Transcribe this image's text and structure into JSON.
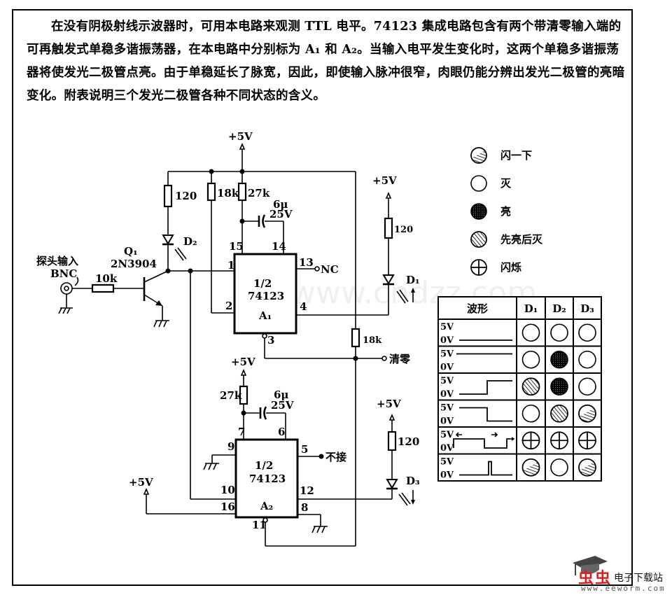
{
  "description": {
    "paragraph": "在没有阴极射线示波器时，可用本电路来观测 TTL 电平。74123 集成电路包含有两个带清零输入端的可再触发式单稳多谐振荡器，在本电路中分别标为 A₁ 和 A₂。当输入电平发生变化时，这两个单稳多谐振荡器将使发光二极管点亮。由于单稳延长了脉宽，因此，即使输入脉冲很窄，肉眼仍能分辨出发光二极管的亮暗变化。附表说明三个发光二极管各种不同状态的含义。"
  },
  "circuit": {
    "probe_label": "探头输入",
    "bnc_label": "BNC",
    "input_resistor": "10k",
    "transistor_ref": "Q₁",
    "transistor_part": "2N3904",
    "d2_resistor": "120",
    "d2_label": "D₂",
    "pin2_resistor": "18k",
    "a1_timing_resistor": "27k",
    "a1_cap_value": "6μ",
    "a1_cap_voltage": "25V",
    "supply_top": "+5V",
    "a1": {
      "half": "1/2",
      "part": "74123",
      "ref": "A₁",
      "pins": {
        "p1": "1",
        "p2": "2",
        "p3": "3",
        "p4": "4",
        "p13": "13",
        "p14": "14",
        "p15": "15"
      },
      "nc_label": "NC"
    },
    "d1_supply": "+5V",
    "d1_resistor": "120",
    "d1_label": "D₁",
    "clear_resistor": "18k",
    "clear_label": "清零",
    "a2_supply": "+5V",
    "a2_timing_resistor": "27k",
    "a2_cap_value": "6μ",
    "a2_cap_voltage": "25V",
    "a2": {
      "half": "1/2",
      "part": "74123",
      "ref": "A₂",
      "pins": {
        "p5": "5",
        "p6": "6",
        "p7": "7",
        "p8": "8",
        "p9": "9",
        "p10": "10",
        "p11": "11",
        "p12": "12",
        "p16": "16"
      },
      "unconnected_label": "不接"
    },
    "vcc_label": "+5V",
    "d3_supply": "+5V",
    "d3_resistor": "120",
    "d3_label": "D₃"
  },
  "legend": [
    {
      "symbol": "flash-once",
      "label": "闪一下"
    },
    {
      "symbol": "off",
      "label": "灭"
    },
    {
      "symbol": "on",
      "label": "亮"
    },
    {
      "symbol": "on-then-off",
      "label": "先亮后灭"
    },
    {
      "symbol": "blinking",
      "label": "闪烁"
    }
  ],
  "table": {
    "headers": [
      "波形",
      "D₁",
      "D₂",
      "D₃"
    ],
    "level_high": "5V",
    "level_low": "0V",
    "rows": [
      {
        "waveform": "constant-low",
        "d1": "off",
        "d2": "off",
        "d3": "off"
      },
      {
        "waveform": "constant-high",
        "d1": "off",
        "d2": "on",
        "d3": "off"
      },
      {
        "waveform": "rising-edge",
        "d1": "on-then-off",
        "d2": "on",
        "d3": "off"
      },
      {
        "waveform": "falling-edge",
        "d1": "off",
        "d2": "on-then-off",
        "d3": "flash-once"
      },
      {
        "waveform": "pulse-train",
        "d1": "blinking",
        "d2": "blinking",
        "d3": "blinking"
      },
      {
        "waveform": "narrow-pulse",
        "d1": "flash-once",
        "d2": "off",
        "d3": "flash-once"
      }
    ]
  },
  "watermark": "www.cndzz.com",
  "logo": {
    "brand": "虫虫",
    "site": "电子下载站",
    "url": "www.eeworm.com"
  }
}
